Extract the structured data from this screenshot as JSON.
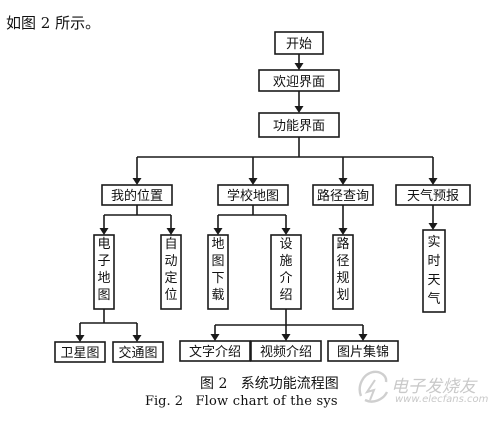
{
  "intro_text": "如图 2 所示。",
  "nodes": {
    "start": "开始",
    "welcome": "欢迎界面",
    "function": "功能界面",
    "my_location": "我的位置",
    "campus_map": "学校地图",
    "route_query": "路径查询",
    "weather": "天气预报",
    "e_map": "电子地图",
    "auto_locate": "自动定位",
    "map_download": "地图下载",
    "facility_intro": "设施介绍",
    "route_plan": "路径规划",
    "realtime_weather": "实时天气",
    "satellite_map": "卫星图",
    "traffic_map": "交通图",
    "text_intro": "文字介绍",
    "video_intro": "视频介绍",
    "photo_gallery": "图片集锦"
  },
  "caption": {
    "cn_number": "图 2",
    "cn_title": "系统功能流程图",
    "en_number": "Fig. 2",
    "en_title": "Flow chart of the sys"
  },
  "watermark": {
    "cn": "电子发烧友",
    "url": "www.elecfans.com"
  },
  "colors": {
    "ink": "#1a1a1a",
    "watermark": "#c9c9c9"
  }
}
